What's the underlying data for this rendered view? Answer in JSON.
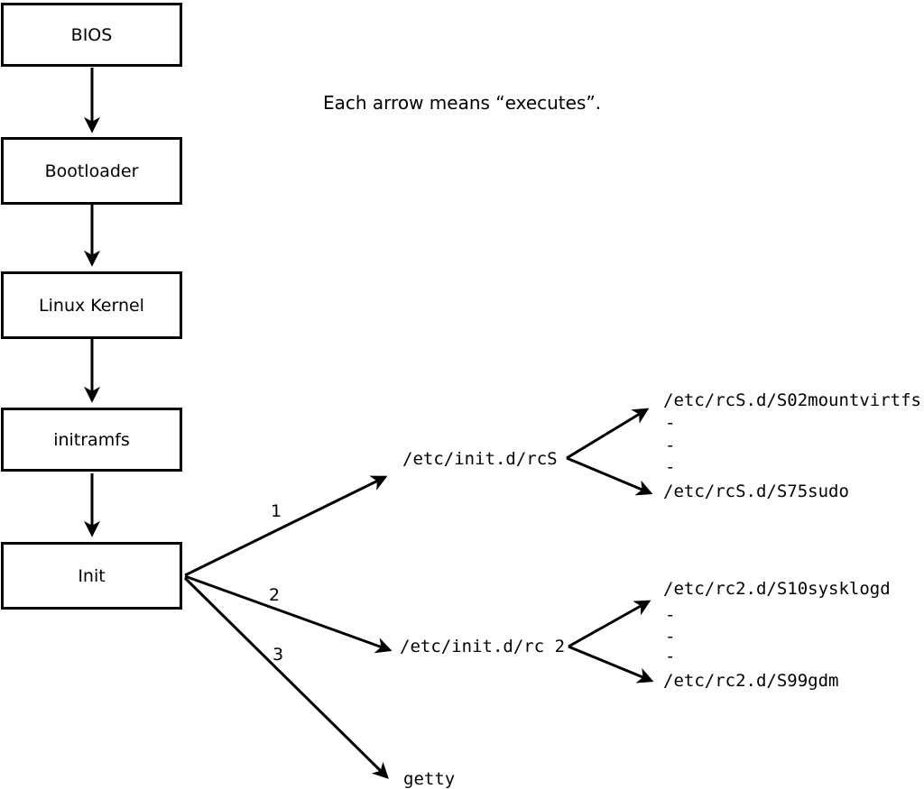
{
  "diagram": {
    "caption": "Each arrow means “executes”.",
    "chain": [
      {
        "label": "BIOS"
      },
      {
        "label": "Bootloader"
      },
      {
        "label": "Linux Kernel"
      },
      {
        "label": "initramfs"
      },
      {
        "label": "Init"
      }
    ],
    "edge_labels": [
      "1",
      "2",
      "3"
    ],
    "targets": {
      "rcs": "/etc/init.d/rcS",
      "rc2": "/etc/init.d/rc 2",
      "getty": "getty"
    },
    "rcs_children": [
      "/etc/rcS.d/S02mountvirtfs",
      "-",
      "-",
      "-",
      "/etc/rcS.d/S75sudo"
    ],
    "rc2_children": [
      "/etc/rc2.d/S10sysklogd",
      "-",
      "-",
      "-",
      "/etc/rc2.d/S99gdm"
    ],
    "colors": {
      "line": "#000000",
      "background": "#ffffff"
    }
  }
}
